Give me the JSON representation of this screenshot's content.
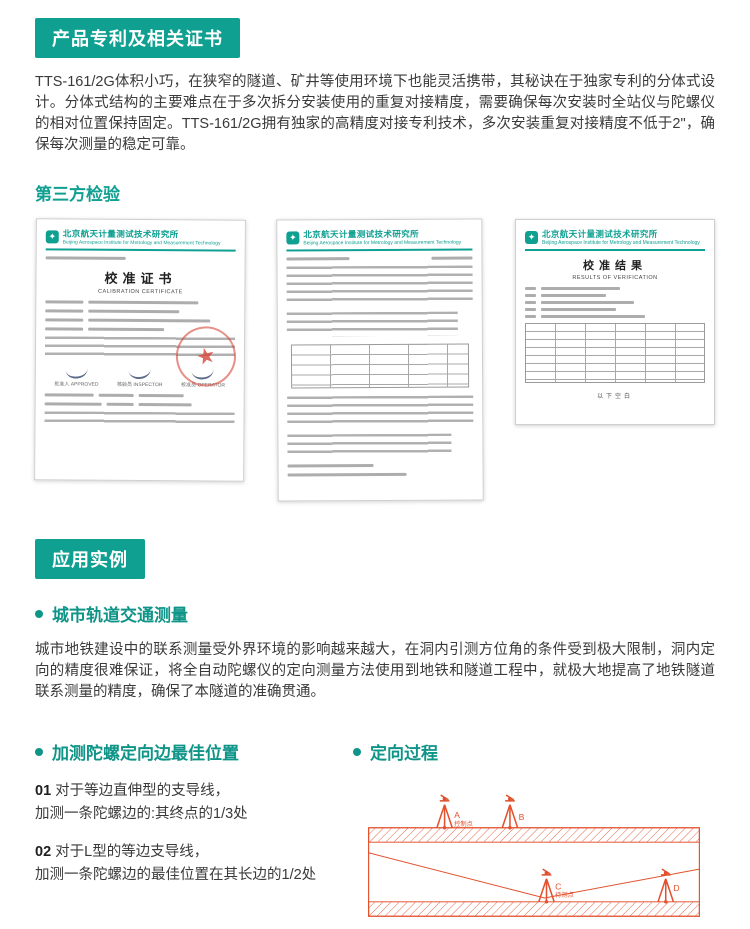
{
  "colors": {
    "teal": "#10a092",
    "diagram_red": "#e2512e",
    "stamp_red": "#d64638"
  },
  "patents": {
    "badge": "产品专利及相关证书",
    "paragraph": "TTS-161/2G体积小巧，在狭窄的隧道、矿井等使用环境下也能灵活携带，其秘诀在于独家专利的分体式设计。分体式结构的主要难点在于多次拆分安装使用的重复对接精度，需要确保每次安装时全站仪与陀螺仪的相对位置保持固定。TTS-161/2G拥有独家的高精度对接专利技术，多次安装重复对接精度不低于2\"，确保每次测量的稳定可靠。"
  },
  "inspection": {
    "heading": "第三方检验",
    "institute_cn": "北京航天计量测试技术研究所",
    "institute_en": "Beijing Aerospace Institute for Metrology and Measurement Technology",
    "cert1": {
      "title_cn": "校准证书",
      "title_en": "CALIBRATION CERTIFICATE",
      "sig_approved": "批准人 APPROVED",
      "sig_inspector": "核验员 INSPECTOR",
      "sig_operator": "校准员 OPERATOR"
    },
    "cert3": {
      "title_cn": "校准结果",
      "title_en": "RESULTS OF VERIFICATION",
      "footer": "以下空白"
    }
  },
  "application": {
    "badge": "应用实例",
    "city_heading": "城市轨道交通测量",
    "paragraph": "城市地铁建设中的联系测量受外界环境的影响越来越大，在洞内引测方位角的条件受到极大限制，洞内定向的精度很难保证，将全自动陀螺仪的定向测量方法使用到地铁和隧道工程中，就极大地提高了地铁隧道联系测量的精度，确保了本隧道的准确贯通。"
  },
  "bottom": {
    "left_heading": "加测陀螺定向边最佳位置",
    "right_heading": "定向过程",
    "items": [
      {
        "num": "01",
        "line1": "对于等边直伸型的支导线，",
        "line2": "加测一条陀螺边的:其终点的1/3处"
      },
      {
        "num": "02",
        "line1": "对于L型的等边支导线，",
        "line2": "加测一条陀螺边的最佳位置在其长边的1/2处"
      }
    ],
    "diagram": {
      "label_a": "A",
      "caption_a": "控制点",
      "label_b": "B",
      "label_c": "C",
      "caption_c": "待测点",
      "label_d": "D"
    }
  }
}
